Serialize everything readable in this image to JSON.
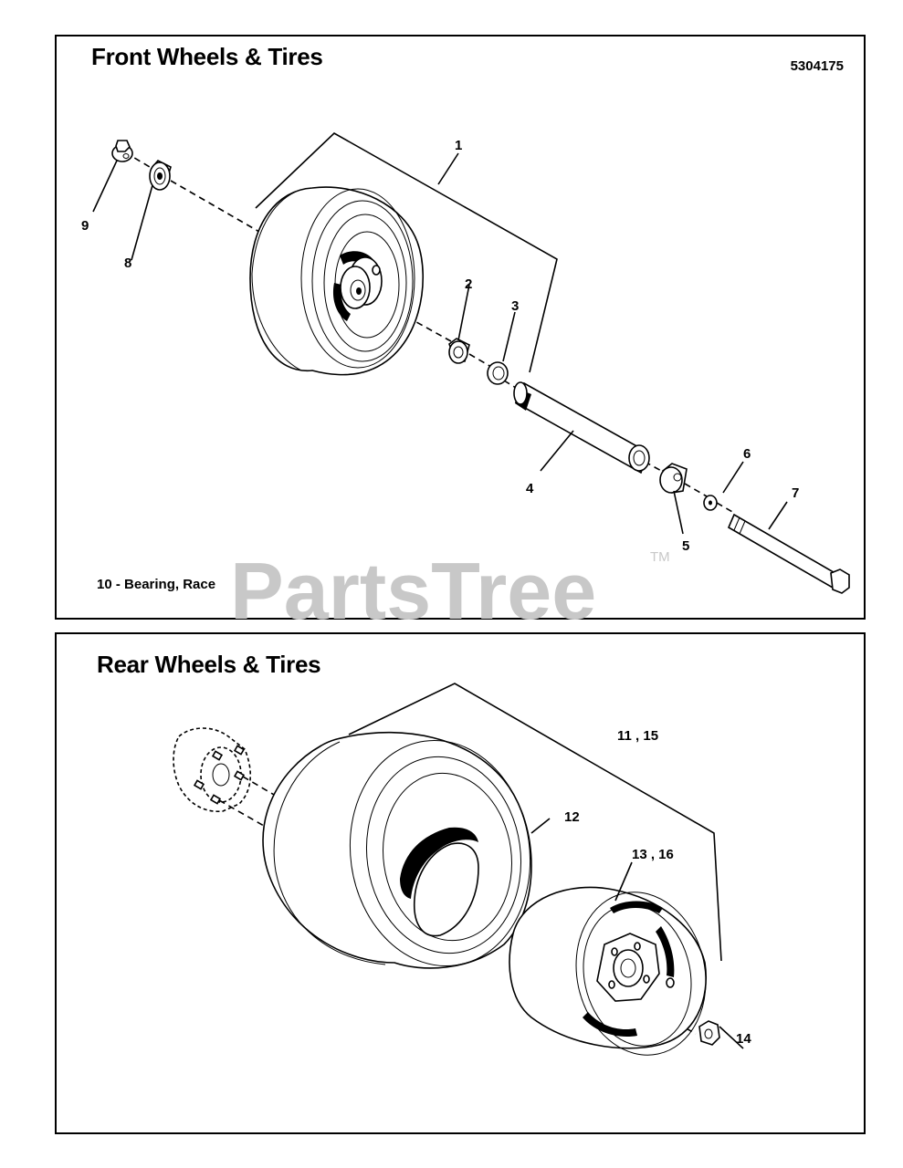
{
  "front": {
    "title": "Front Wheels & Tires",
    "diagram_number": "5304175",
    "note": "10 - Bearing, Race",
    "callouts": {
      "c1": "1",
      "c2": "2",
      "c3": "3",
      "c4": "4",
      "c5": "5",
      "c6": "6",
      "c7": "7",
      "c8": "8",
      "c9": "9"
    }
  },
  "rear": {
    "title": "Rear Wheels & Tires",
    "callouts": {
      "c11_15": "11 , 15",
      "c12": "12",
      "c13_16": "13 , 16",
      "c14": "14"
    }
  },
  "watermark": {
    "text": "PartsTree",
    "tm": "TM"
  }
}
